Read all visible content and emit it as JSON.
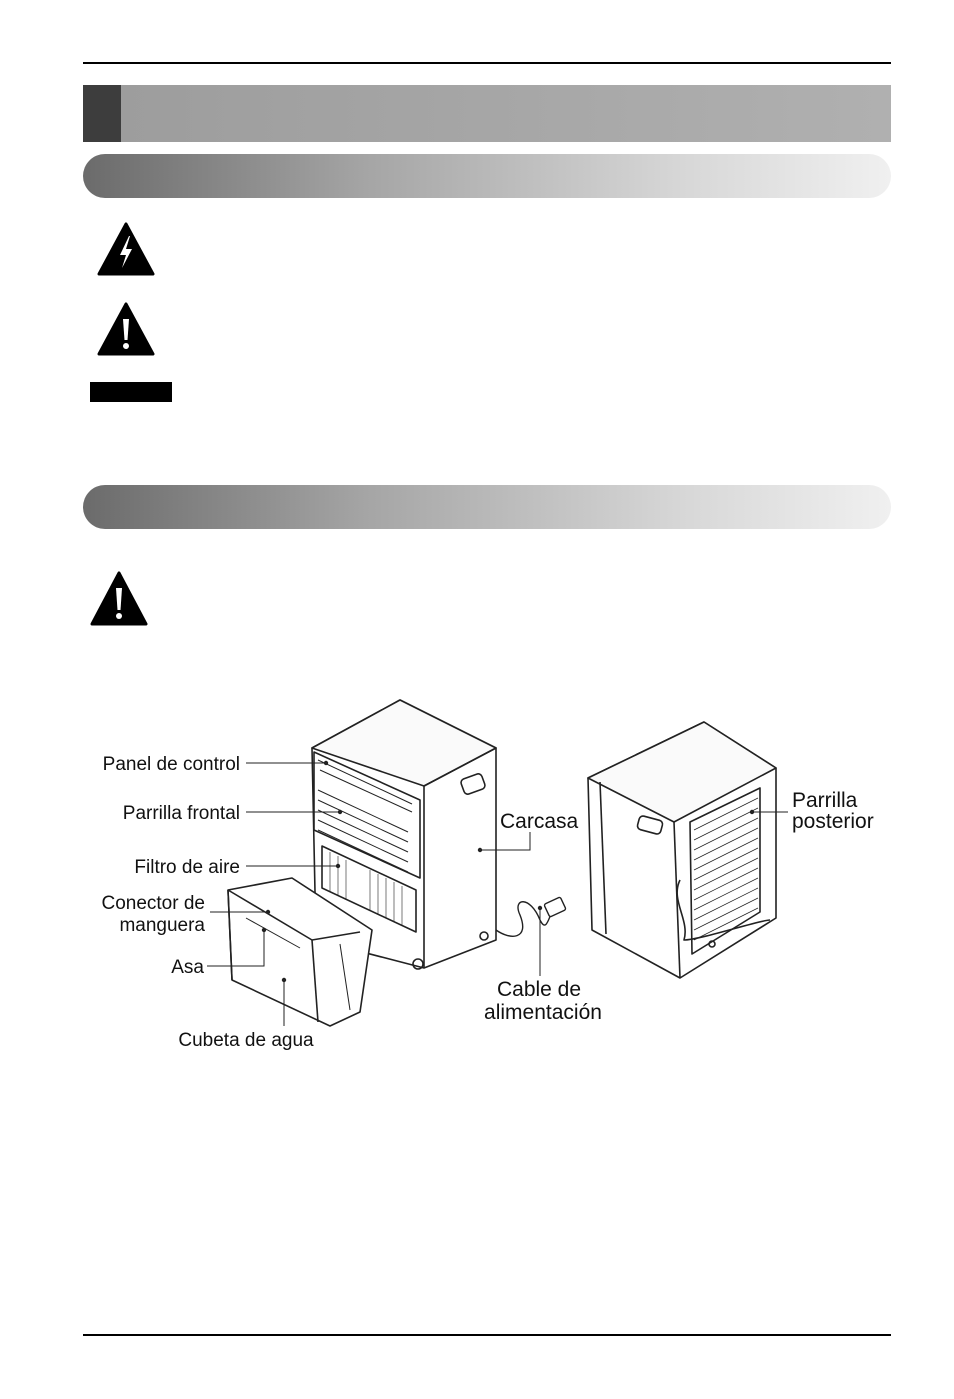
{
  "diagram": {
    "labels": {
      "control_panel": "Panel de control",
      "front_grille": "Parrilla frontal",
      "air_filter": "Filtro de aire",
      "hose_connector_1": "Conector de",
      "hose_connector_2": "manguera",
      "handle": "Asa",
      "water_bucket": "Cubeta de agua",
      "housing": "Carcasa",
      "power_cable_1": "Cable de",
      "power_cable_2": "alimentación",
      "rear_grille_1": "Parrilla",
      "rear_grille_2": "posterior"
    }
  },
  "colors": {
    "rule": "#000000",
    "title_tab": "#3d3d3d",
    "title_bar": "#a8a8a8"
  }
}
